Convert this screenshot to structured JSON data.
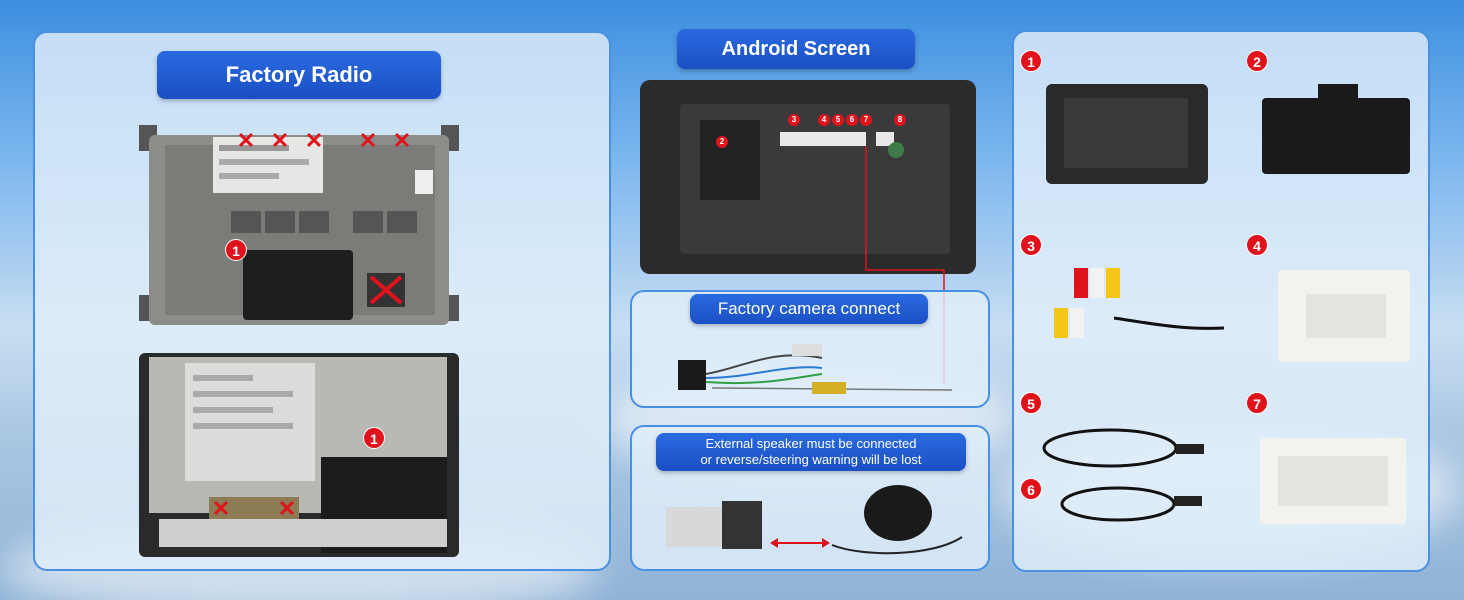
{
  "titles": {
    "factory_radio": "Factory Radio",
    "android_screen": "Android Screen"
  },
  "camera": {
    "label": "Factory camera connect"
  },
  "speaker": {
    "line1": "External speaker must be connected",
    "line2": "or reverse/steering warning will be lost"
  },
  "radio_badges": [
    "1",
    "1"
  ],
  "screen_badges": [
    "2",
    "3",
    "4",
    "5",
    "6",
    "7",
    "8"
  ],
  "parts": [
    {
      "number": "1",
      "icon": "harness-connector-icon"
    },
    {
      "number": "2",
      "icon": "quadlock-connector-icon"
    },
    {
      "number": "3",
      "icon": "rca-cable-icon"
    },
    {
      "number": "4",
      "icon": "white-plug-icon"
    },
    {
      "number": "5",
      "icon": "usb-cable-icon"
    },
    {
      "number": "6",
      "icon": "usb-cable-icon"
    },
    {
      "number": "7",
      "icon": "white-plug-icon"
    }
  ],
  "colors": {
    "accent_blue": "#1b4fc4",
    "badge_red": "#e0121c",
    "panel_border": "#4a90e2"
  }
}
